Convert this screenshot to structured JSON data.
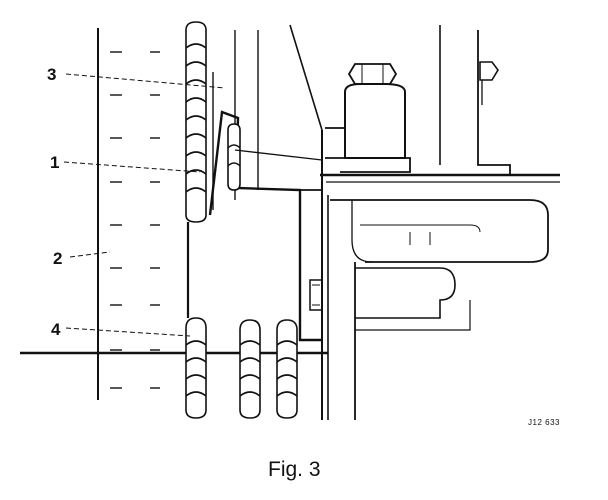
{
  "figure": {
    "caption": "Fig. 3",
    "reference_code": "J12 633",
    "callouts": [
      {
        "id": "1",
        "label": "1"
      },
      {
        "id": "2",
        "label": "2"
      },
      {
        "id": "3",
        "label": "3"
      },
      {
        "id": "4",
        "label": "4"
      }
    ]
  }
}
